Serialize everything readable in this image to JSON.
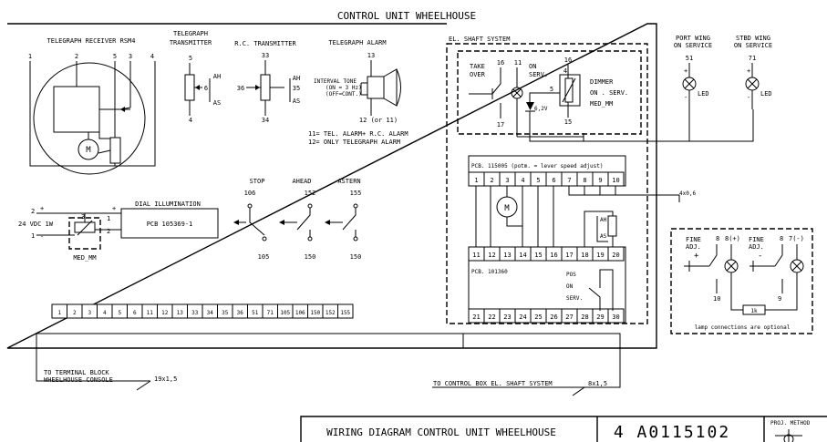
{
  "title": "CONTROL UNIT WHEELHOUSE",
  "telegraph_receiver": {
    "label": "TELEGRAPH RECEIVER RSM4",
    "terminals": [
      "1",
      "2",
      "5",
      "3",
      "4"
    ],
    "motor": "M"
  },
  "telegraph_transmitter": {
    "label_line1": "TELEGRAPH",
    "label_line2": "TRANSMITTER",
    "terminals": [
      "5",
      "6",
      "4"
    ],
    "ah": "AH",
    "as": "AS"
  },
  "rc_transmitter": {
    "label": "R.C. TRANSMITTER",
    "terminals": [
      "33",
      "36",
      "35",
      "34"
    ],
    "ah": "AH",
    "as": "AS"
  },
  "telegraph_alarm": {
    "label": "TELEGRAPH ALARM",
    "top_terminal": "13",
    "bottom_terminal": "12 (or 11)",
    "interval_tone": [
      "INTERVAL TONE",
      "(ON = 3 Hz)",
      "(OFF=CONT.)"
    ],
    "notes": [
      "11= TEL. ALARM+ R.C. ALARM",
      "12= ONLY TELEGRAPH ALARM"
    ]
  },
  "shaft_system": {
    "label": "EL. SHAFT SYSTEM",
    "take_over": [
      "TAKE",
      "OVER"
    ],
    "on_serv": [
      "ON",
      "SERV."
    ],
    "dimmer": [
      "DIMMER",
      "ON . SERV.",
      "MED_MM"
    ],
    "terminals": [
      "16",
      "11",
      "17",
      "16",
      "5",
      "4",
      "15"
    ],
    "zener": "6,2V"
  },
  "port_wing": {
    "label_line1": "PORT WING",
    "label_line2": "ON SERVICE",
    "terminal": "51",
    "plus": "+",
    "minus": "-",
    "led": "LED"
  },
  "stbd_wing": {
    "label_line1": "STBD WING",
    "label_line2": "ON SERVICE",
    "terminal": "71",
    "plus": "+",
    "minus": "-",
    "led": "LED"
  },
  "dial_illumination": {
    "label": "DIAL ILLUMINATION",
    "pcb": "PCB 105369-1",
    "supply": "24 VDC 1W",
    "pins": [
      "2",
      "3",
      "1",
      "1",
      "2"
    ],
    "pot": "MED_MM",
    "plus": "+",
    "minus": "-"
  },
  "switches": [
    {
      "label": "STOP",
      "top": "106",
      "bottom": "105"
    },
    {
      "label": "AHEAD",
      "top": "152",
      "bottom": "150"
    },
    {
      "label": "ASTERN",
      "top": "155",
      "bottom": "150"
    }
  ],
  "pcb_115005": {
    "label": "PCB. 115005  (potm. = lever speed adjust)",
    "terminals": [
      "1",
      "2",
      "3",
      "4",
      "5",
      "6",
      "7",
      "8",
      "9",
      "10"
    ],
    "motor": "M"
  },
  "pcb_101360": {
    "label": "PCB. 101360",
    "top_row": [
      "11",
      "12",
      "13",
      "14",
      "15",
      "16",
      "17",
      "18",
      "19",
      "20"
    ],
    "bottom_row": [
      "21",
      "22",
      "23",
      "24",
      "25",
      "26",
      "27",
      "28",
      "29",
      "30"
    ],
    "pos_on_serv": [
      "POS",
      "ON",
      "SERV."
    ],
    "ah": "AH",
    "as": "AS"
  },
  "cable_4x06": "4x0,6",
  "fine_adj": {
    "left_label": [
      "FINE",
      "ADJ."
    ],
    "right_label": [
      "FINE",
      "ADJ."
    ],
    "left_top": [
      "8",
      "8(+)"
    ],
    "right_top": [
      "8",
      "7(-)"
    ],
    "left_bottom": "10",
    "right_bottom": "9",
    "resistor": "1k",
    "plus": "+",
    "minus": "-",
    "note": "lamp connections are optional"
  },
  "terminal_block": [
    "1",
    "2",
    "3",
    "4",
    "5",
    "6",
    "11",
    "12",
    "13",
    "33",
    "34",
    "35",
    "36",
    "51",
    "71",
    "105",
    "106",
    "150",
    "152",
    "155"
  ],
  "cable_left": {
    "label_line1": "TO TERMINAL BLOCK",
    "label_line2": "WHEELHOUSE CONSOLE",
    "size": "19x1,5"
  },
  "cable_right": {
    "label": "TO CONTROL BOX EL. SHAFT SYSTEM",
    "size": "8x1,5"
  },
  "title_block": {
    "title": "WIRING DIAGRAM CONTROL UNIT WHEELHOUSE",
    "drawing_no": "4 A0115102",
    "method_label": "PROJ. METHOD"
  }
}
